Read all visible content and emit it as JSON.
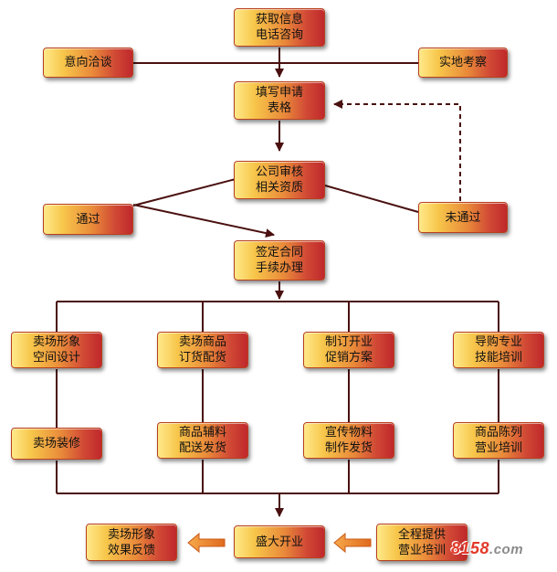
{
  "nodes": {
    "get_info": {
      "line1": "获取信息",
      "line2": "电话咨询"
    },
    "intent_talk": {
      "line1": "意向洽谈"
    },
    "site_visit": {
      "line1": "实地考察"
    },
    "fill_form": {
      "line1": "填写申请",
      "line2": "表格"
    },
    "company_review": {
      "line1": "公司审核",
      "line2": "相关资质"
    },
    "passed": {
      "line1": "通过"
    },
    "not_passed": {
      "line1": "未通过"
    },
    "sign_contract": {
      "line1": "签定合同",
      "line2": "手续办理"
    },
    "store_design": {
      "line1": "卖场形象",
      "line2": "空间设计"
    },
    "goods_order": {
      "line1": "卖场商品",
      "line2": "订货配货"
    },
    "promo_plan": {
      "line1": "制订开业",
      "line2": "促销方案"
    },
    "guide_training": {
      "line1": "导购专业",
      "line2": "技能培训"
    },
    "decoration": {
      "line1": "卖场装修"
    },
    "accessory_ship": {
      "line1": "商品辅料",
      "line2": "配送发货"
    },
    "promo_material": {
      "line1": "宣传物料",
      "line2": "制作发货"
    },
    "display_training": {
      "line1": "商品陈列",
      "line2": "营业培训"
    },
    "grand_opening": {
      "line1": "盛大开业"
    },
    "full_support": {
      "line1": "全程提供",
      "line2": "营业培训"
    },
    "feedback": {
      "line1": "卖场形象",
      "line2": "效果反馈"
    }
  },
  "colors": {
    "line": "#4a1010",
    "arrow_orange": "#f08a2a",
    "watermark": "#e23a2a"
  },
  "watermark": {
    "brand": "8158",
    "suffix": ".com"
  }
}
